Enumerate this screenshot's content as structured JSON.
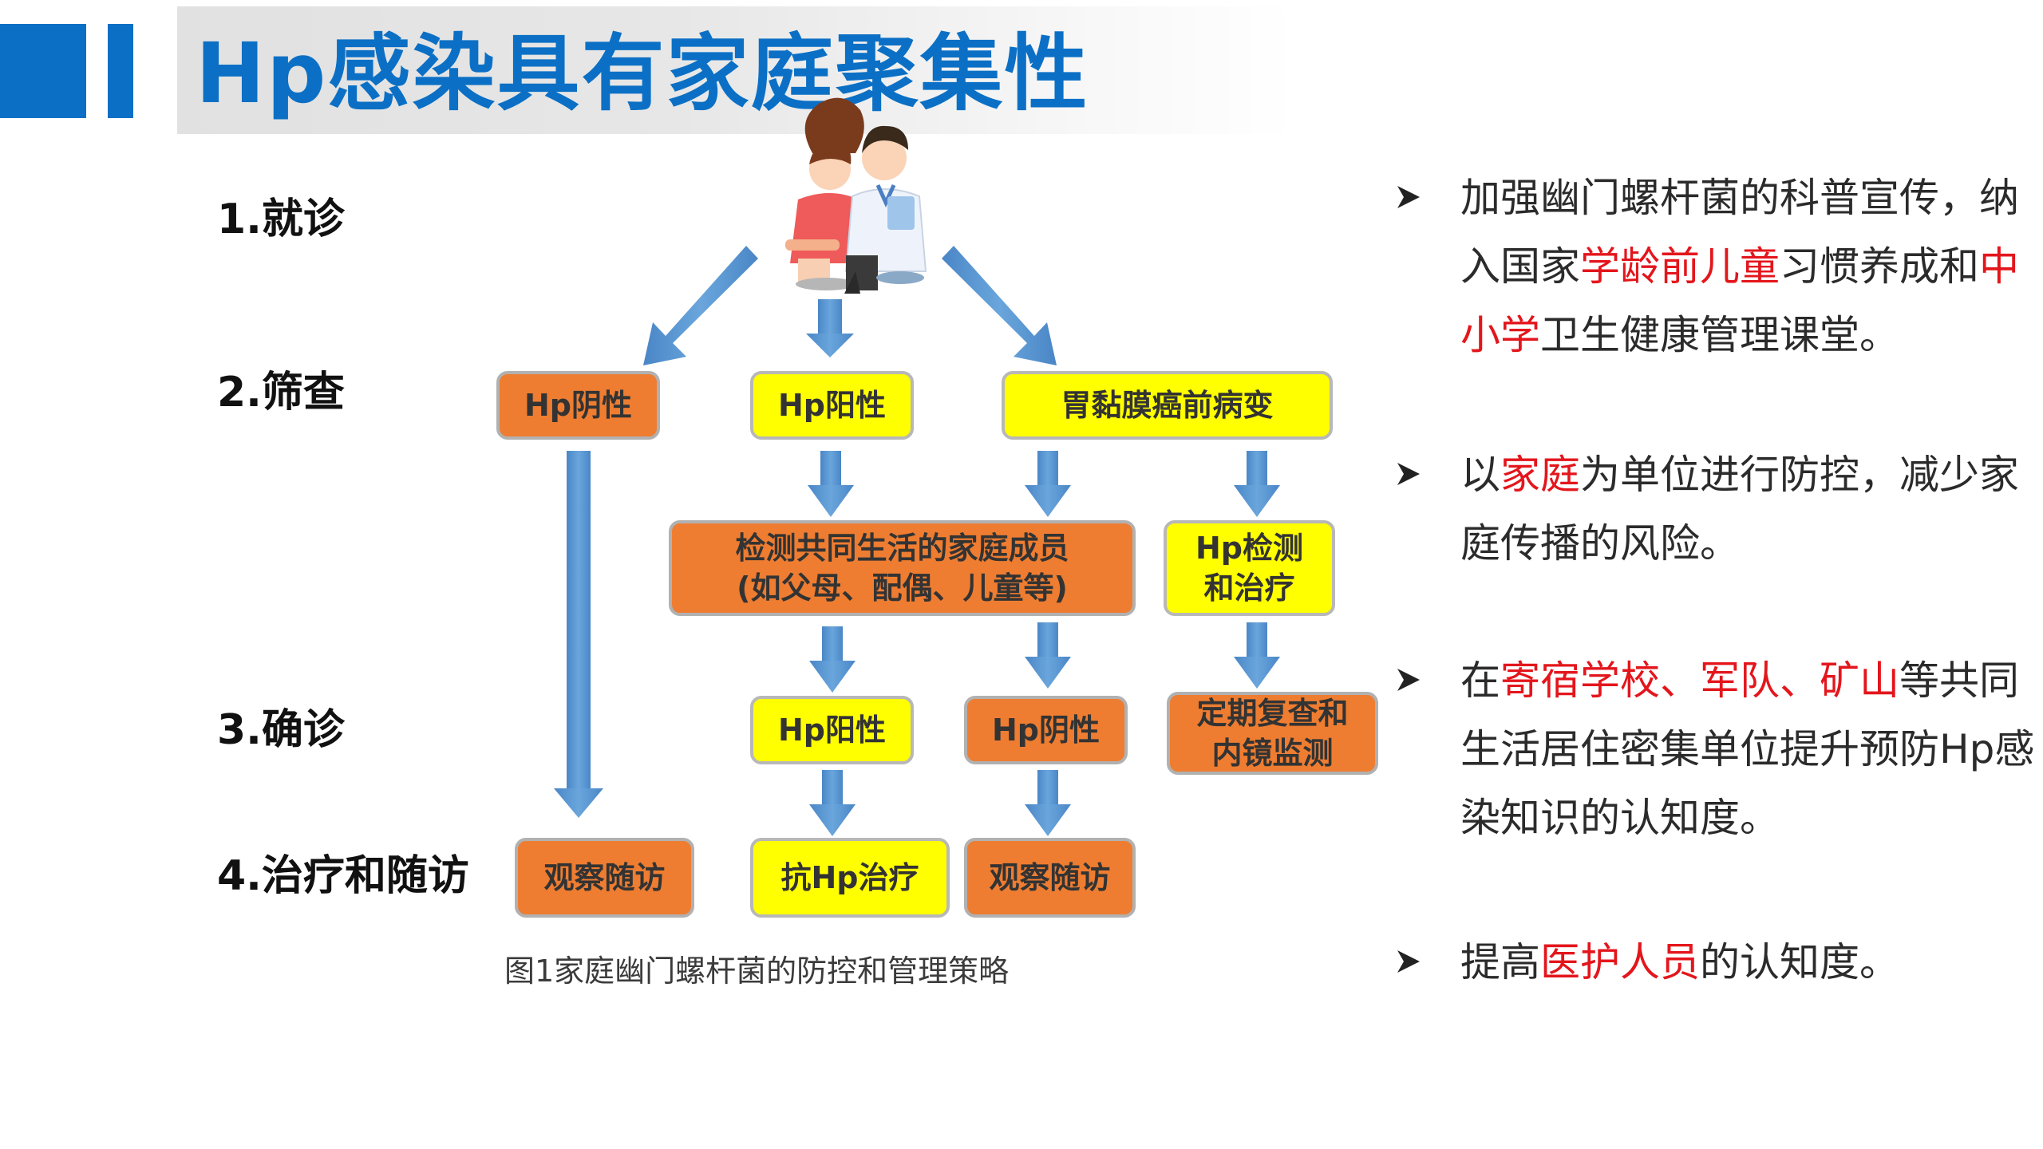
{
  "title": "Hp感染具有家庭聚集性",
  "steps": [
    "1.就诊",
    "2.筛查",
    "3.确诊",
    "4.治疗和随访"
  ],
  "diagram": {
    "hp_negative": "Hp阴性",
    "hp_positive": "Hp阳性",
    "precancer": "胃黏膜癌前病变",
    "test_family": "检测共同生活的家庭成员\n(如父母、配偶、儿童等)",
    "hp_test_treat": "Hp检测\n和治疗",
    "confirm_positive": "Hp阳性",
    "confirm_negative": "Hp阴性",
    "regular_check": "定期复查和\n内镜监测",
    "observe_1": "观察随访",
    "anti_hp": "抗Hp治疗",
    "observe_2": "观察随访",
    "caption": "图1家庭幽门螺杆菌的防控和管理策略",
    "colors": {
      "orange": "#ee7d31",
      "yellow": "#ffff00",
      "arrow": "#5b9bd5"
    }
  },
  "bullets": [
    {
      "parts": [
        {
          "text": "加强幽门螺杆菌的科普宣传，纳入国家",
          "red": false
        },
        {
          "text": "学龄前儿童",
          "red": true
        },
        {
          "text": "习惯养成和",
          "red": false
        },
        {
          "text": "中小学",
          "red": true
        },
        {
          "text": "卫生健康管理课堂。",
          "red": false
        }
      ]
    },
    {
      "parts": [
        {
          "text": "以",
          "red": false
        },
        {
          "text": "家庭",
          "red": true
        },
        {
          "text": "为单位进行防控，减少家庭传播的风险。",
          "red": false
        }
      ]
    },
    {
      "parts": [
        {
          "text": "在",
          "red": false
        },
        {
          "text": "寄宿学校、军队、矿山",
          "red": true
        },
        {
          "text": "等共同生活居住密集单位提升预防Hp感染知识的认知度。",
          "red": false
        }
      ]
    },
    {
      "parts": [
        {
          "text": "提高",
          "red": false
        },
        {
          "text": "医护人员",
          "red": true
        },
        {
          "text": "的认知度。",
          "red": false
        }
      ]
    }
  ],
  "theme": {
    "title_blue": "#0b70c5",
    "highlight_red": "#e3161c"
  }
}
